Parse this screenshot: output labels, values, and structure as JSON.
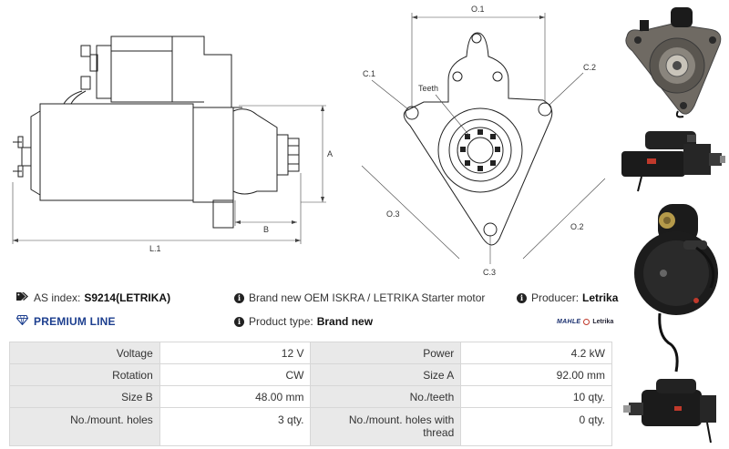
{
  "dimensions": {
    "o1": "O.1",
    "c1": "C.1",
    "c2": "C.2",
    "teeth": "Teeth",
    "a": "A",
    "b": "B",
    "l1": "L.1",
    "o3": "O.3",
    "o2": "O.2",
    "c3": "C.3"
  },
  "info": {
    "as_index_label": "AS index:",
    "as_index_value": "S9214(LETRIKA)",
    "description": "Brand new OEM ISKRA / LETRIKA Starter motor",
    "producer_label": "Producer:",
    "producer_value": "Letrika",
    "premium_line": "PREMIUM LINE",
    "product_type_label": "Product type:",
    "product_type_value": "Brand new",
    "logo_mahle": "MAHLE",
    "logo_letrika": "Letrika"
  },
  "specs": [
    {
      "k1": "Voltage",
      "v1": "12 V",
      "k2": "Power",
      "v2": "4.2 kW"
    },
    {
      "k1": "Rotation",
      "v1": "CW",
      "k2": "Size A",
      "v2": "92.00 mm"
    },
    {
      "k1": "Size B",
      "v1": "48.00 mm",
      "k2": "No./teeth",
      "v2": "10 qty."
    },
    {
      "k1": "No./mount. holes",
      "v1": "3 qty.",
      "k2": "No./mount. holes with thread",
      "v2": "0 qty."
    }
  ],
  "colors": {
    "premium_blue": "#1d3f8f",
    "table_key_bg": "#e9e9e9",
    "motor_black": "#1b1b1b"
  },
  "icons": [
    "tag-icon",
    "info-icon",
    "diamond-icon"
  ]
}
